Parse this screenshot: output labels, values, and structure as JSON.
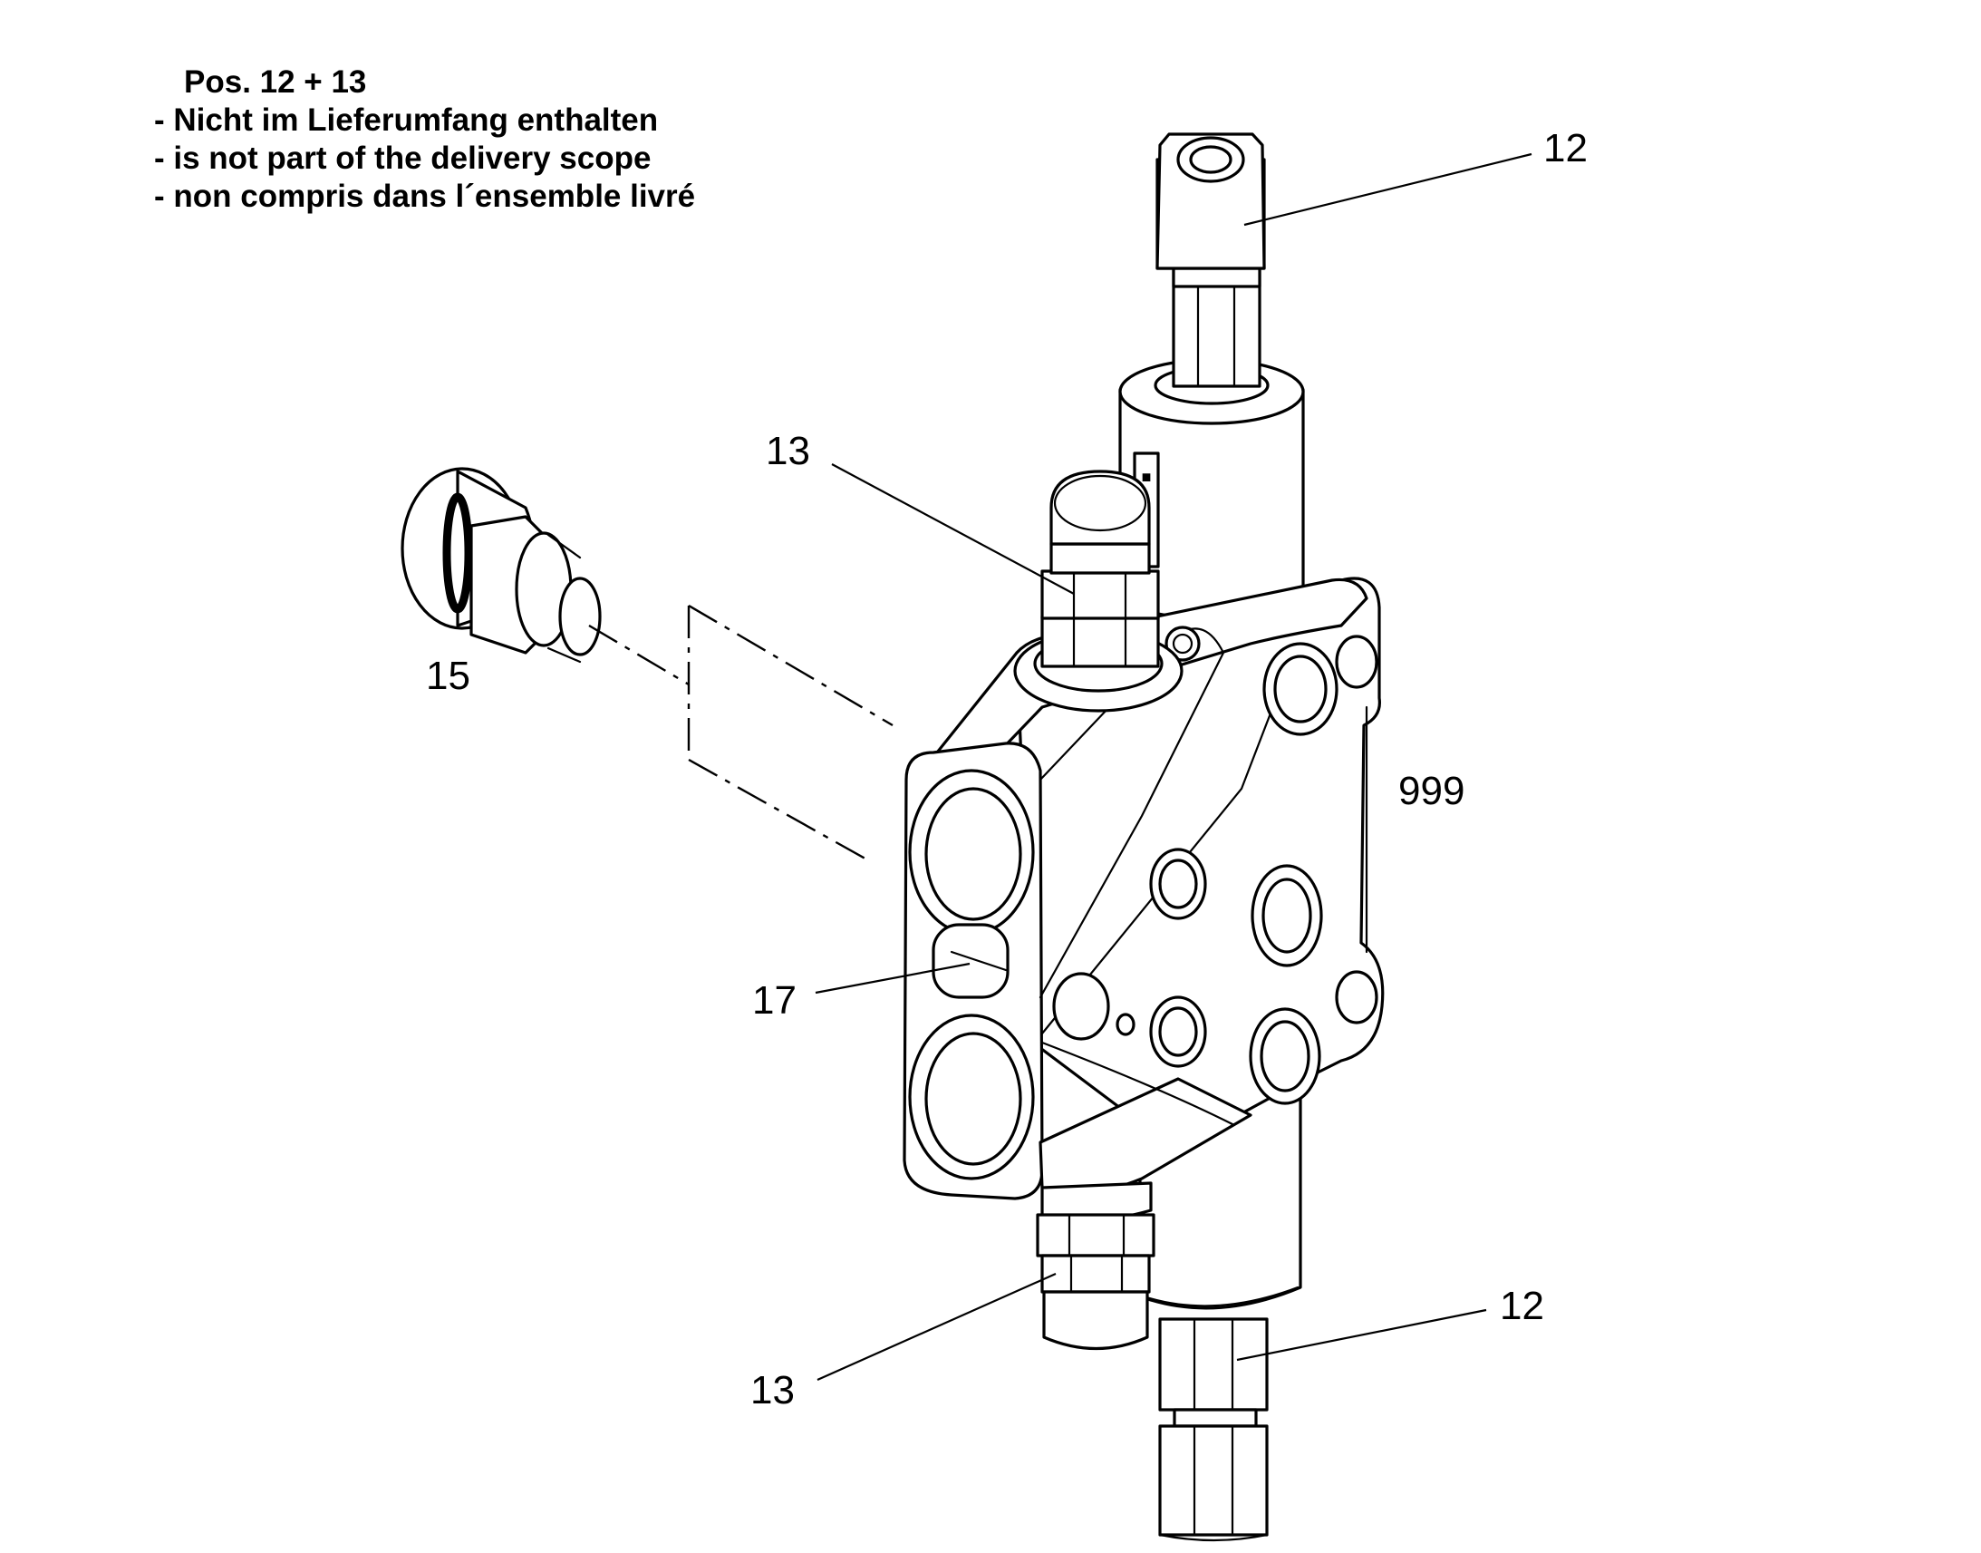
{
  "note": {
    "heading": "Pos. 12 + 13",
    "lines": [
      "- Nicht im Lieferumfang enthalten",
      "- is not part of the delivery scope",
      "- non compris dans l´ensemble livré"
    ]
  },
  "callouts": {
    "c12_top": "12",
    "c13_top": "13",
    "c15": "15",
    "c999": "999",
    "c17": "17",
    "c12_bottom": "12",
    "c13_bottom": "13"
  },
  "colors": {
    "line": "#000000",
    "background": "#ffffff"
  }
}
